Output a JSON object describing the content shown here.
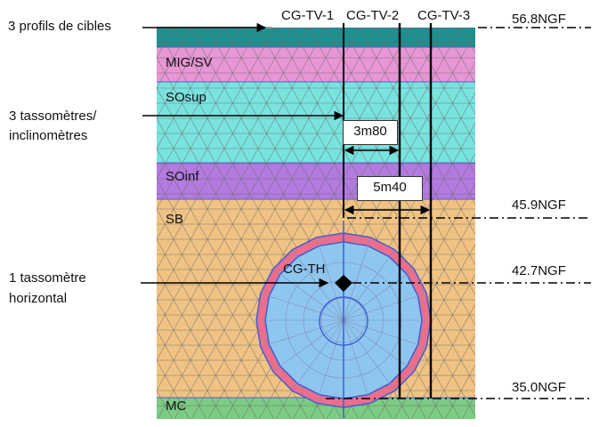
{
  "layers": [
    {
      "name": "",
      "color": "#1f8f8f"
    },
    {
      "name": "MIG/SV",
      "color": "#e896d6"
    },
    {
      "name": "SOsup",
      "color": "#79e3df"
    },
    {
      "name": "SOinf",
      "color": "#b37ae0"
    },
    {
      "name": "SB",
      "color": "#f0c384"
    },
    {
      "name": "MC",
      "color": "#7ccc83"
    }
  ],
  "colors": {
    "mesh": "#6b6b6b",
    "tunnel_ring": "#e96f8c",
    "tunnel_inner": "#8fc6ef",
    "tunnel_outline": "#3a5fd6"
  },
  "targets": [
    "CG-TV-1",
    "CG-TV-2",
    "CG-TV-3"
  ],
  "horizontal_gauge": "CG-TH",
  "left_notes": {
    "profiles": "3 profils de cibles",
    "incl_1": "3 tassomètres/",
    "incl_2": "inclinomètres",
    "horiz_1": "1 tassomètre",
    "horiz_2": "horizontal"
  },
  "levels": [
    "56.8NGF",
    "45.9NGF",
    "42.7NGF",
    "35.0NGF"
  ],
  "distances": [
    "3m80",
    "5m40"
  ]
}
